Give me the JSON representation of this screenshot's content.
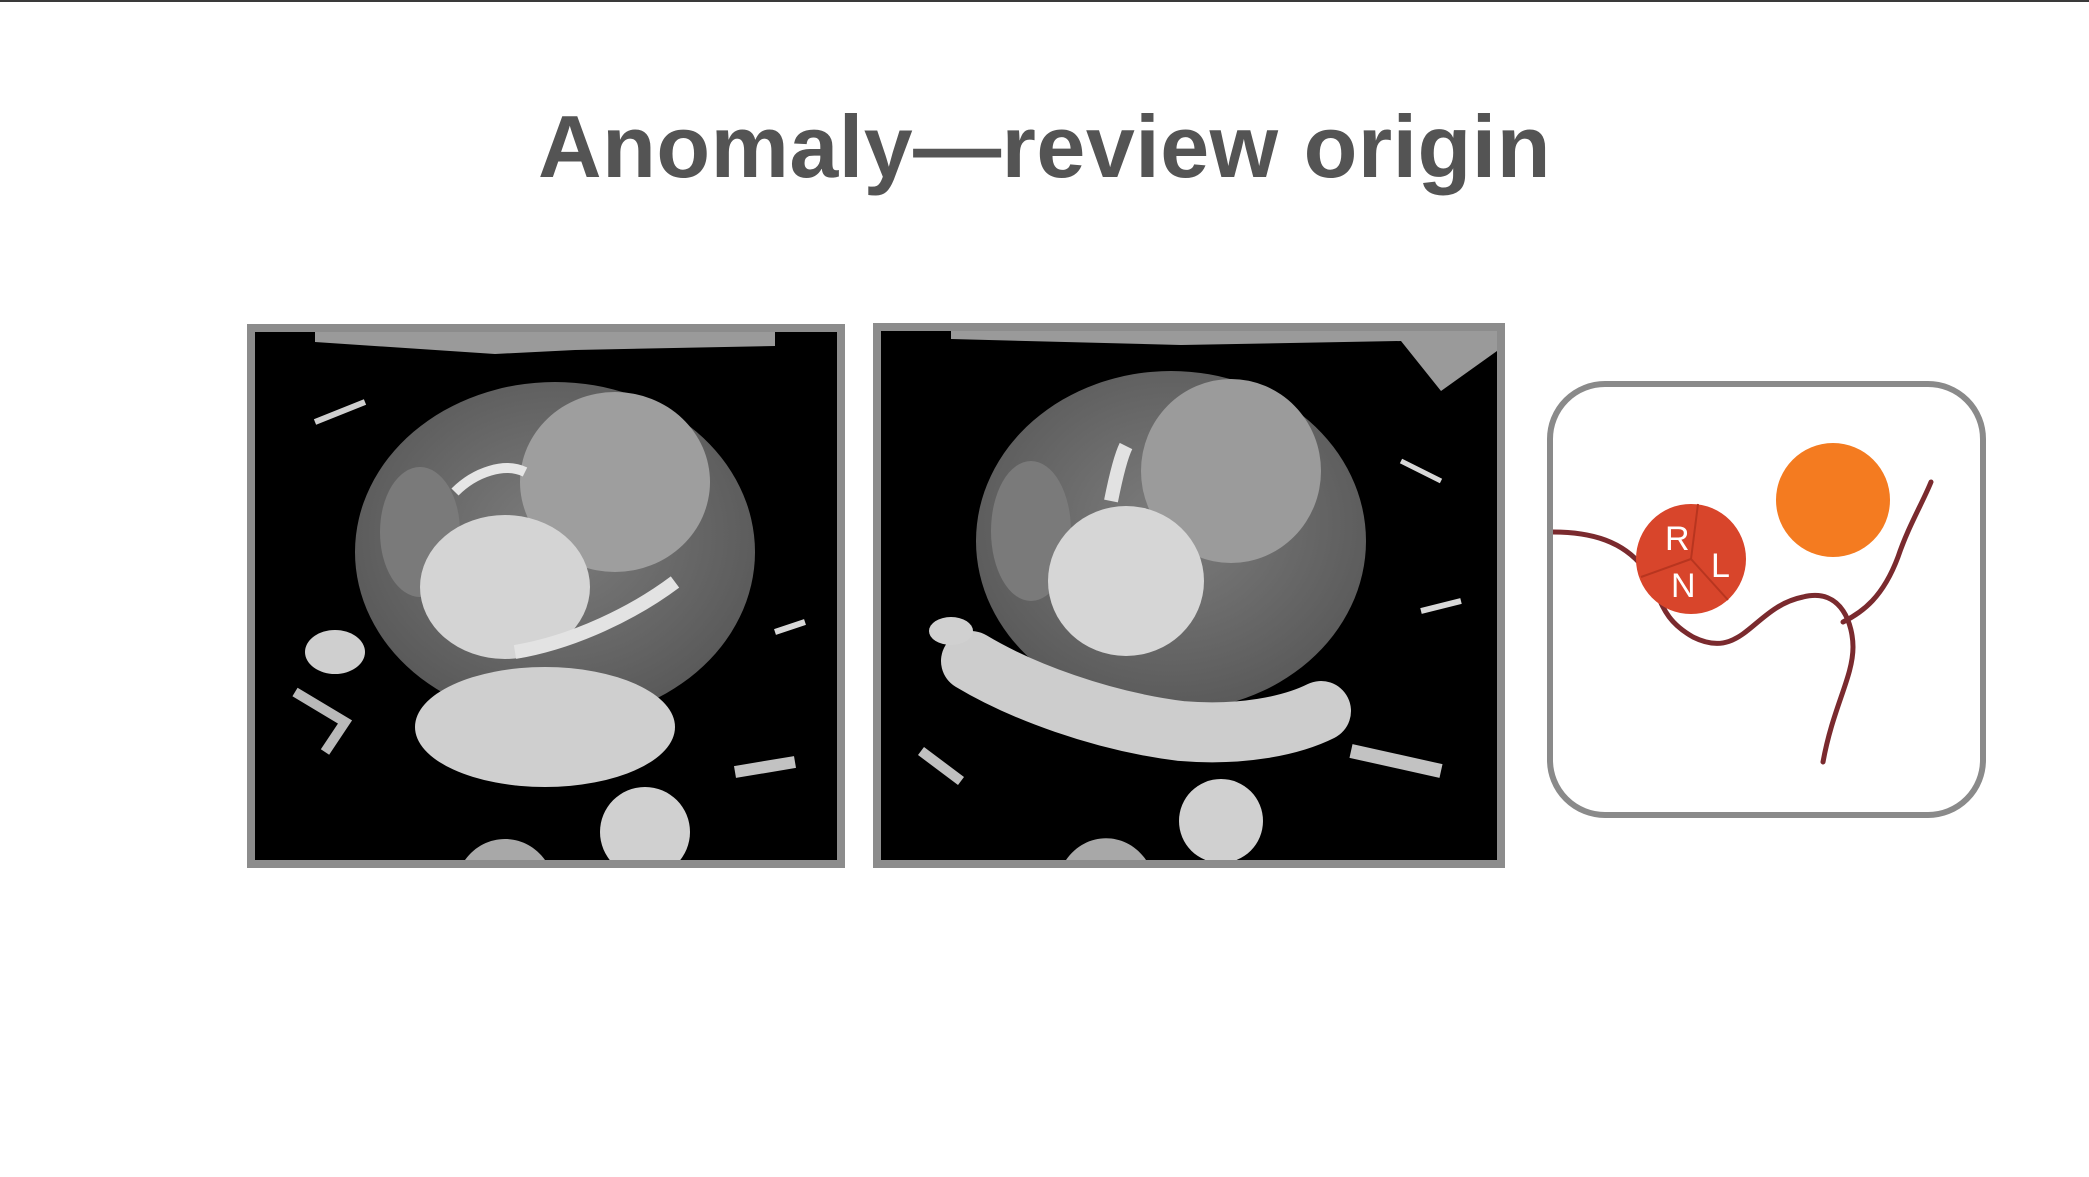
{
  "slide": {
    "title": "Anomaly—review origin"
  },
  "diagram": {
    "aortic_root_labels": {
      "right": "R",
      "left": "L",
      "noncoronary": "N"
    },
    "colors": {
      "aortic_root": "#d8452b",
      "pulmonary_artery": "#f47b20",
      "coronary_vessel": "#7a2a2e",
      "frame": "#8a8a8a",
      "title": "#545454"
    }
  },
  "images": [
    {
      "kind": "axial CT"
    },
    {
      "kind": "axial CT"
    }
  ]
}
